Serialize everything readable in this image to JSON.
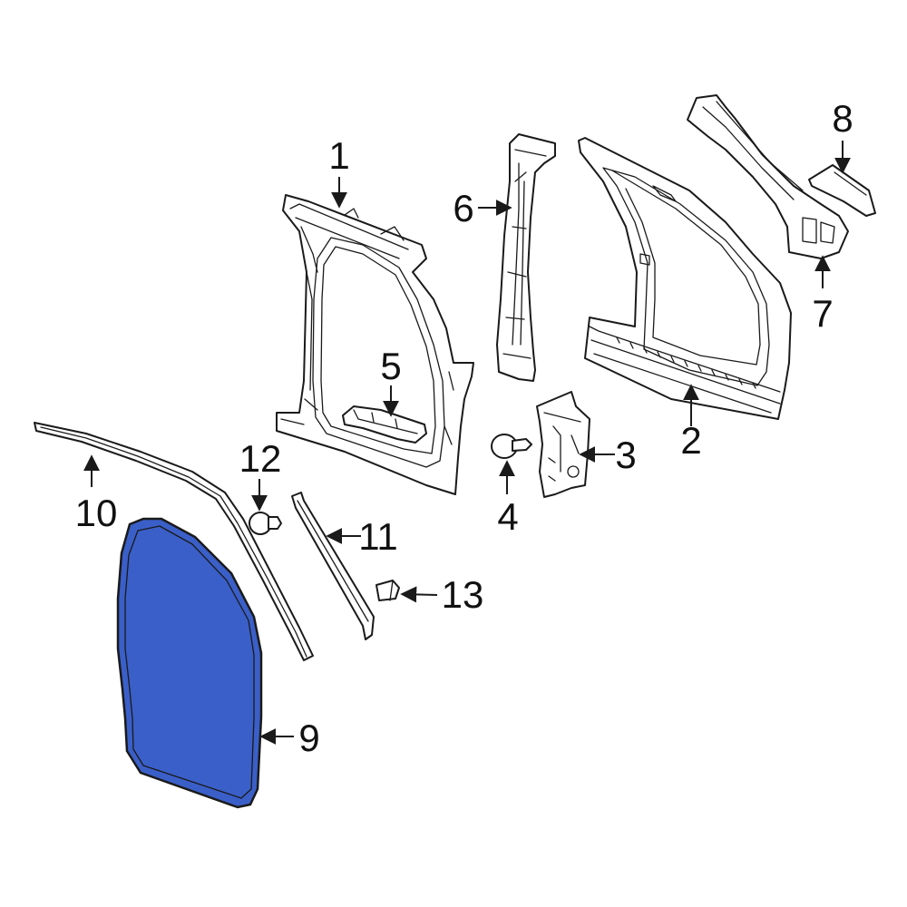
{
  "colors": {
    "highlight": "#3a5fc8",
    "line": "#1a1a1a"
  },
  "callouts": [
    "1",
    "2",
    "3",
    "4",
    "5",
    "6",
    "7",
    "8",
    "9",
    "10",
    "11",
    "12",
    "13"
  ]
}
